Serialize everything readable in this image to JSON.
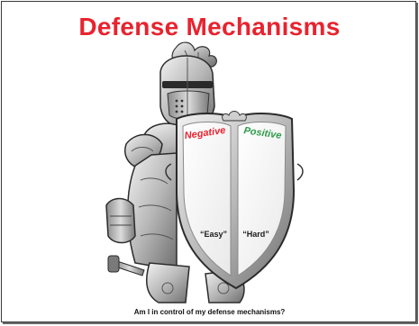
{
  "title": "Defense Mechanisms",
  "shield": {
    "left_label": "Negative",
    "right_label": "Positive",
    "bottom_left_label": "“Easy”",
    "bottom_right_label": "“Hard”"
  },
  "question": "Am I in control of my defense mechanisms?",
  "colors": {
    "title": "#e8232f",
    "negative": "#e8232f",
    "positive": "#2e9a4a"
  }
}
